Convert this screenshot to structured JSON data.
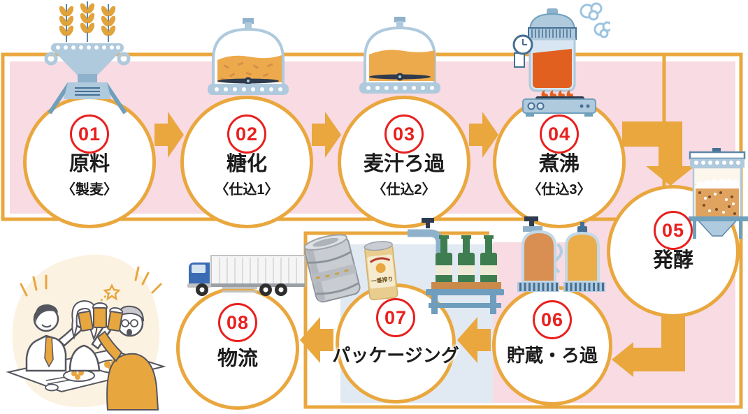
{
  "diagram": {
    "steps": [
      {
        "number": "01",
        "label": "原料",
        "sublabel": "〈製麦〉",
        "icon": "wheat-and-malt-mill-icon"
      },
      {
        "number": "02",
        "label": "糖化",
        "sublabel": "〈仕込1〉",
        "icon": "mash-tun-icon"
      },
      {
        "number": "03",
        "label": "麦汁ろ過",
        "sublabel": "〈仕込2〉",
        "icon": "wort-filter-tun-icon"
      },
      {
        "number": "04",
        "label": "煮沸",
        "sublabel": "〈仕込3〉",
        "icon": "boiling-kettle-icon"
      },
      {
        "number": "05",
        "label": "発酵",
        "icon": "fermentation-tank-icon"
      },
      {
        "number": "06",
        "label": "貯蔵・ろ過",
        "icon": "storage-tanks-icon"
      },
      {
        "number": "07",
        "label": "パッケージング",
        "icon": "keg-can-bottling-icons"
      },
      {
        "number": "08",
        "label": "物流",
        "icon": "delivery-truck-icon"
      }
    ],
    "packaging": {
      "can_text": "一番搾り"
    },
    "illustration": "people-toasting-with-beer",
    "colors": {
      "frame_orange": "#E9A73E",
      "band_pink": "#F8DBE3",
      "panel_blue": "#E1E9F2",
      "badge_red": "#E8201E",
      "label_text": "#1B1B1B"
    }
  }
}
